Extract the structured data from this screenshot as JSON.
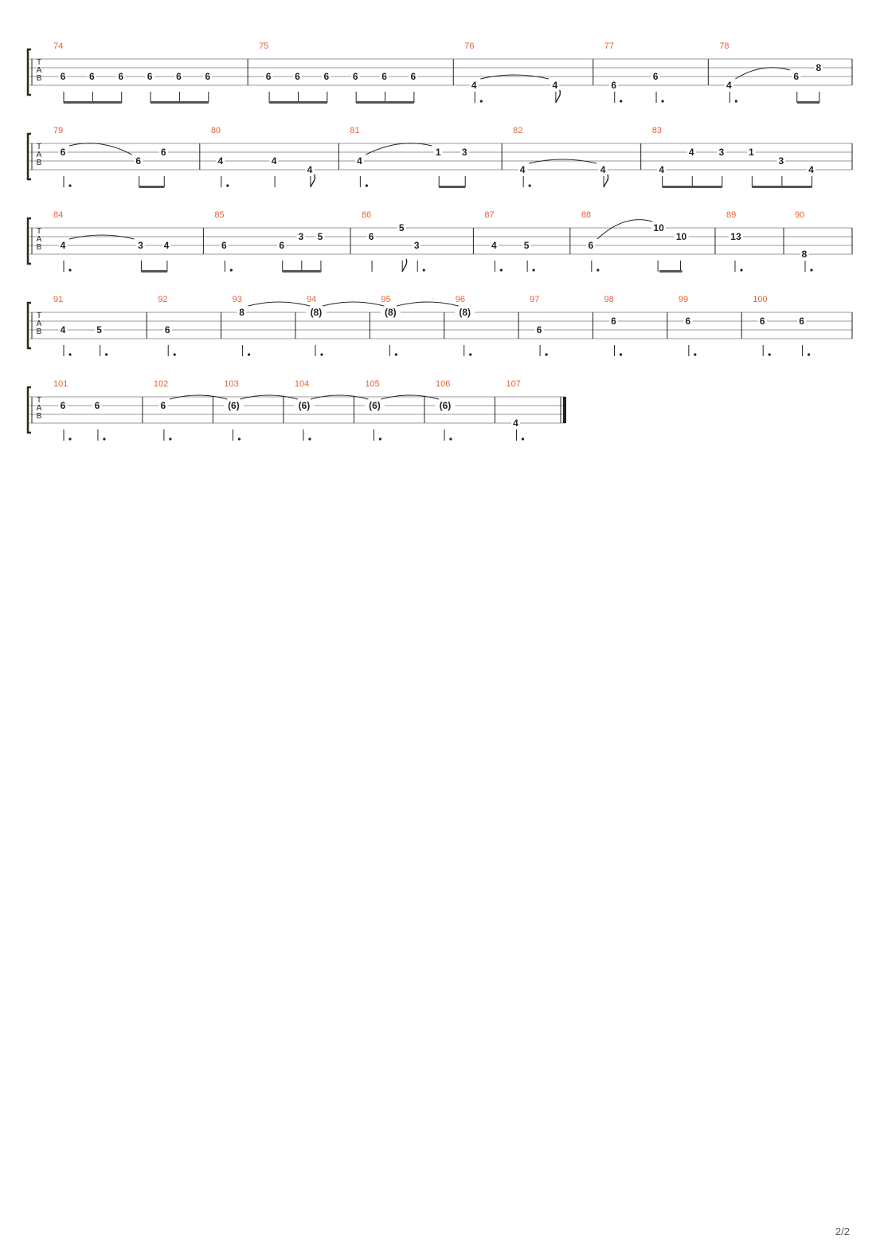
{
  "colors": {
    "measure_number": "#e0643a",
    "ink": "#222222",
    "staff_line": "#9a9a9a",
    "bracket": "#2a2a18"
  },
  "clef_letters": [
    "T",
    "A",
    "B"
  ],
  "page_number": "2/2",
  "systems": [
    {
      "measures": [
        {
          "number": "74",
          "notes": [
            {
              "fret": "6",
              "string": 2,
              "dur": "e"
            },
            {
              "fret": "6",
              "string": 2,
              "dur": "e"
            },
            {
              "fret": "6",
              "string": 2,
              "dur": "e"
            },
            {
              "fret": "6",
              "string": 2,
              "dur": "e"
            },
            {
              "fret": "6",
              "string": 2,
              "dur": "e"
            },
            {
              "fret": "6",
              "string": 2,
              "dur": "e"
            }
          ],
          "beams": [
            [
              0,
              2
            ],
            [
              3,
              5
            ]
          ]
        },
        {
          "number": "75",
          "notes": [
            {
              "fret": "6",
              "string": 2,
              "dur": "e"
            },
            {
              "fret": "6",
              "string": 2,
              "dur": "e"
            },
            {
              "fret": "6",
              "string": 2,
              "dur": "e"
            },
            {
              "fret": "6",
              "string": 2,
              "dur": "e"
            },
            {
              "fret": "6",
              "string": 2,
              "dur": "e"
            },
            {
              "fret": "6",
              "string": 2,
              "dur": "e"
            }
          ],
          "beams": [
            [
              0,
              2
            ],
            [
              3,
              5
            ]
          ]
        },
        {
          "number": "76",
          "notes": [
            {
              "fret": "4",
              "string": 3,
              "dur": "qd",
              "tie": true
            },
            {
              "fret": "4",
              "string": 3,
              "dur": "e",
              "tie_end": true
            }
          ]
        },
        {
          "number": "77",
          "notes": [
            {
              "fret": "6",
              "string": 3,
              "dur": "qd"
            },
            {
              "fret": "6",
              "string": 2,
              "dur": "qd"
            }
          ]
        },
        {
          "number": "78",
          "notes": [
            {
              "fret": "4",
              "string": 3,
              "dur": "qd",
              "tie": true
            },
            {
              "fret": "6",
              "string": 2,
              "dur": "e",
              "tie_end": true
            },
            {
              "fret": "8",
              "string": 1,
              "dur": "e"
            }
          ],
          "beams": [
            [
              1,
              2
            ]
          ]
        }
      ]
    },
    {
      "measures": [
        {
          "number": "79",
          "notes": [
            {
              "fret": "6",
              "string": 1,
              "dur": "qd",
              "tie": true
            },
            {
              "fret": "6",
              "string": 2,
              "dur": "e",
              "tie_end": true
            },
            {
              "fret": "6",
              "string": 1,
              "dur": "e"
            }
          ],
          "beams": [
            [
              1,
              2
            ]
          ]
        },
        {
          "number": "80",
          "notes": [
            {
              "fret": "4",
              "string": 2,
              "dur": "qd"
            },
            {
              "fret": "4",
              "string": 2,
              "dur": "q"
            },
            {
              "fret": "4",
              "string": 3,
              "dur": "e"
            }
          ]
        },
        {
          "number": "81",
          "notes": [
            {
              "fret": "4",
              "string": 2,
              "dur": "qd",
              "tie": true
            },
            {
              "fret": "1",
              "string": 1,
              "dur": "e",
              "tie_end": true
            },
            {
              "fret": "3",
              "string": 1,
              "dur": "e"
            }
          ],
          "beams": [
            [
              1,
              2
            ]
          ]
        },
        {
          "number": "82",
          "notes": [
            {
              "fret": "4",
              "string": 3,
              "dur": "qd",
              "tie": true
            },
            {
              "fret": "4",
              "string": 3,
              "dur": "e",
              "tie_end": true
            }
          ]
        },
        {
          "number": "83",
          "notes": [
            {
              "fret": "4",
              "string": 3,
              "dur": "e"
            },
            {
              "fret": "4",
              "string": 1,
              "dur": "e"
            },
            {
              "fret": "3",
              "string": 1,
              "dur": "e"
            },
            {
              "fret": "1",
              "string": 1,
              "dur": "e"
            },
            {
              "fret": "3",
              "string": 2,
              "dur": "e"
            },
            {
              "fret": "4",
              "string": 3,
              "dur": "e"
            }
          ],
          "beams": [
            [
              0,
              2
            ],
            [
              3,
              5
            ]
          ]
        }
      ]
    },
    {
      "measures": [
        {
          "number": "84",
          "notes": [
            {
              "fret": "4",
              "string": 2,
              "dur": "qd",
              "tie": true
            },
            {
              "fret": "3",
              "string": 2,
              "dur": "e",
              "tie_end": true
            },
            {
              "fret": "4",
              "string": 2,
              "dur": "e"
            }
          ],
          "beams": [
            [
              1,
              2
            ]
          ]
        },
        {
          "number": "85",
          "notes": [
            {
              "fret": "6",
              "string": 2,
              "dur": "qd"
            },
            {
              "fret": "6",
              "string": 2,
              "dur": "e"
            },
            {
              "fret": "3",
              "string": 1,
              "dur": "e"
            },
            {
              "fret": "5",
              "string": 1,
              "dur": "e"
            }
          ],
          "beams": [
            [
              1,
              3
            ]
          ]
        },
        {
          "number": "86",
          "notes": [
            {
              "fret": "6",
              "string": 1,
              "dur": "q"
            },
            {
              "fret": "5",
              "string": 0,
              "dur": "e"
            },
            {
              "fret": "3",
              "string": 2,
              "dur": "qd"
            }
          ]
        },
        {
          "number": "87",
          "notes": [
            {
              "fret": "4",
              "string": 2,
              "dur": "qd"
            },
            {
              "fret": "5",
              "string": 2,
              "dur": "qd"
            }
          ]
        },
        {
          "number": "88",
          "notes": [
            {
              "fret": "6",
              "string": 2,
              "dur": "qd",
              "tie": true
            },
            {
              "fret": "10",
              "string": 0,
              "dur": "e",
              "tie_end": true
            },
            {
              "fret": "10",
              "string": 1,
              "dur": "e"
            }
          ],
          "beams": [
            [
              1,
              2
            ]
          ]
        },
        {
          "number": "89",
          "notes": [
            {
              "fret": "13",
              "string": 1,
              "dur": "qd"
            }
          ]
        },
        {
          "number": "90",
          "notes": [
            {
              "fret": "8",
              "string": 3,
              "dur": "qd"
            }
          ]
        }
      ]
    },
    {
      "measures": [
        {
          "number": "91",
          "notes": [
            {
              "fret": "4",
              "string": 2,
              "dur": "qd"
            },
            {
              "fret": "5",
              "string": 2,
              "dur": "qd"
            }
          ]
        },
        {
          "number": "92",
          "notes": [
            {
              "fret": "6",
              "string": 2,
              "dur": "qd"
            }
          ]
        },
        {
          "number": "93",
          "notes": [
            {
              "fret": "8",
              "string": 0,
              "dur": "qd",
              "tie": true
            }
          ]
        },
        {
          "number": "94",
          "notes": [
            {
              "fret": "(8)",
              "string": 0,
              "dur": "qd",
              "tie": true
            }
          ]
        },
        {
          "number": "95",
          "notes": [
            {
              "fret": "(8)",
              "string": 0,
              "dur": "qd",
              "tie": true
            }
          ]
        },
        {
          "number": "96",
          "notes": [
            {
              "fret": "(8)",
              "string": 0,
              "dur": "qd"
            }
          ]
        },
        {
          "number": "97",
          "notes": [
            {
              "fret": "6",
              "string": 2,
              "dur": "qd"
            }
          ]
        },
        {
          "number": "98",
          "notes": [
            {
              "fret": "6",
              "string": 1,
              "dur": "qd"
            }
          ]
        },
        {
          "number": "99",
          "notes": [
            {
              "fret": "6",
              "string": 1,
              "dur": "qd"
            }
          ]
        },
        {
          "number": "100",
          "notes": [
            {
              "fret": "6",
              "string": 1,
              "dur": "qd"
            },
            {
              "fret": "6",
              "string": 1,
              "dur": "qd"
            }
          ]
        }
      ]
    },
    {
      "measures": [
        {
          "number": "101",
          "notes": [
            {
              "fret": "6",
              "string": 1,
              "dur": "qd"
            },
            {
              "fret": "6",
              "string": 1,
              "dur": "qd"
            }
          ]
        },
        {
          "number": "102",
          "notes": [
            {
              "fret": "6",
              "string": 1,
              "dur": "qd",
              "tie": true
            }
          ]
        },
        {
          "number": "103",
          "notes": [
            {
              "fret": "(6)",
              "string": 1,
              "dur": "qd",
              "tie": true
            }
          ]
        },
        {
          "number": "104",
          "notes": [
            {
              "fret": "(6)",
              "string": 1,
              "dur": "qd",
              "tie": true
            }
          ]
        },
        {
          "number": "105",
          "notes": [
            {
              "fret": "(6)",
              "string": 1,
              "dur": "qd",
              "tie": true
            }
          ]
        },
        {
          "number": "106",
          "notes": [
            {
              "fret": "(6)",
              "string": 1,
              "dur": "qd"
            }
          ]
        },
        {
          "number": "107",
          "notes": [
            {
              "fret": "4",
              "string": 3,
              "dur": "qd"
            }
          ],
          "final": true
        }
      ]
    }
  ]
}
